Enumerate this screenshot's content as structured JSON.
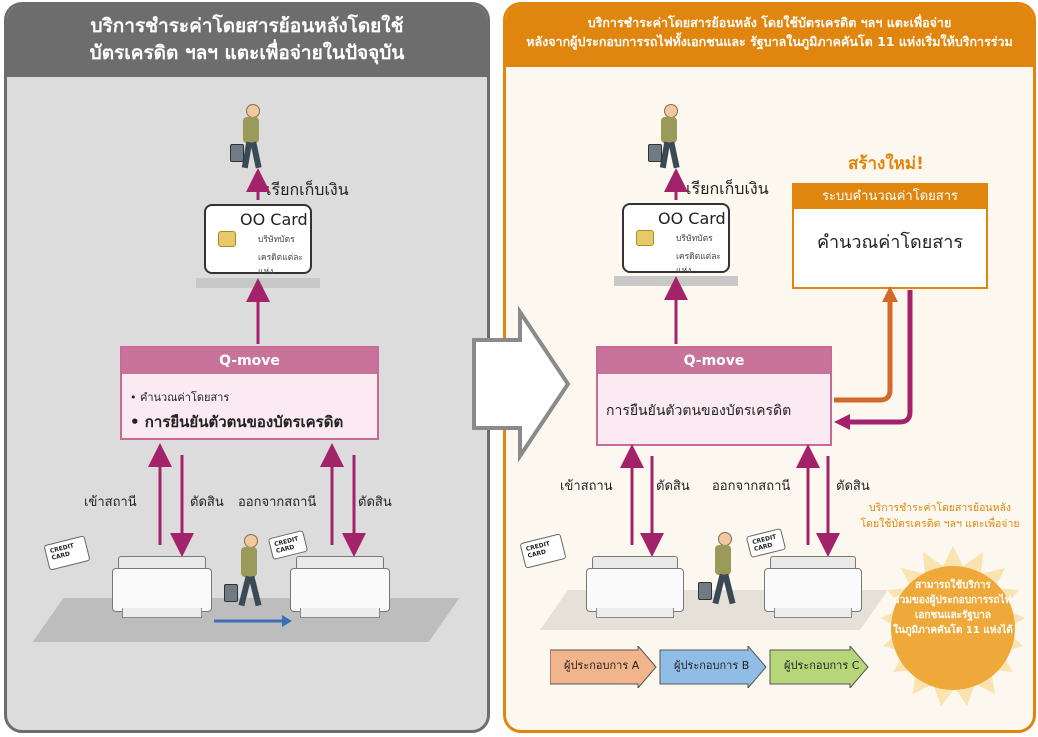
{
  "left_panel": {
    "header_line1": "บริการชำระค่าโดยสารย้อนหลังโดยใช้",
    "header_line2": "บัตรเครดิต ฯลฯ แตะเพื่อจ่ายในปัจจุบัน",
    "collect_label": "เรียกเก็บเงิน",
    "card": {
      "name": "OO Card",
      "sub1": "บริษัทบัตร",
      "sub2": "เครดิตแต่ละแห่ง"
    },
    "qmove": {
      "title": "Q-move",
      "bullet1": "• คำนวณค่าโดยสาร",
      "bullet2": "• การยืนยันตัวตนของบัตรเครดิต"
    },
    "enter_station": "เข้าสถานี",
    "deduct1": "ตัดสิน",
    "exit_station": "ออกจากสถานี",
    "deduct2": "ตัดสิน",
    "credit_card_text": "CREDIT CARD"
  },
  "right_panel": {
    "header_line1": "บริการชำระค่าโดยสารย้อนหลัง โดยใช้บัตรเครดิต ฯลฯ แตะเพื่อจ่าย",
    "header_line2": "หลังจากผู้ประกอบการรถไฟทั้งเอกชนและ รัฐบาลในภูมิภาคคันโต 11 แห่งเริ่มให้บริการร่วม",
    "collect_label": "เรียกเก็บเงิน",
    "card": {
      "name": "OO Card",
      "sub1": "บริษัทบัตร",
      "sub2": "เครดิตแต่ละแห่ง"
    },
    "new_tag": "สร้างใหม่!",
    "fare_system": {
      "title": "ระบบคำนวณค่าโดยสาร",
      "body": "คำนวณค่าโดยสาร"
    },
    "qmove": {
      "title": "Q-move",
      "body": "การยืนยันตัวตนของบัตรเครดิต"
    },
    "enter_station": "เข้าสถาน",
    "deduct1": "ตัดสิน",
    "exit_station": "ออกจากสถานี",
    "deduct2": "ตัดสิน",
    "service_note_line1": "บริการชำระค่าโดยสารย้อนหลัง",
    "service_note_line2": "โดยใช้บัตรเครดิต ฯลฯ แตะเพื่อจ่าย",
    "burst_line1": "สามารถใช้บริการ",
    "burst_line2": "ร่วมของผู้ประกอบการรถไฟ",
    "burst_line3": "เอกชนและรัฐบาล",
    "burst_line4": "ในภูมิภาคคันโต 11 แห่งได้",
    "providers": [
      "ผู้ประกอบการ A",
      "ผู้ประกอบการ B",
      "ผู้ประกอบการ C"
    ],
    "credit_card_text": "CREDIT CARD"
  },
  "colors": {
    "gray_header": "#6d6d6d",
    "orange": "#e0850e",
    "magenta_arrow": "#a3236b",
    "qmove_header": "#c9739b",
    "provider_a": "#f2b48a",
    "provider_b": "#8fbde6",
    "provider_c": "#b7d67a"
  }
}
